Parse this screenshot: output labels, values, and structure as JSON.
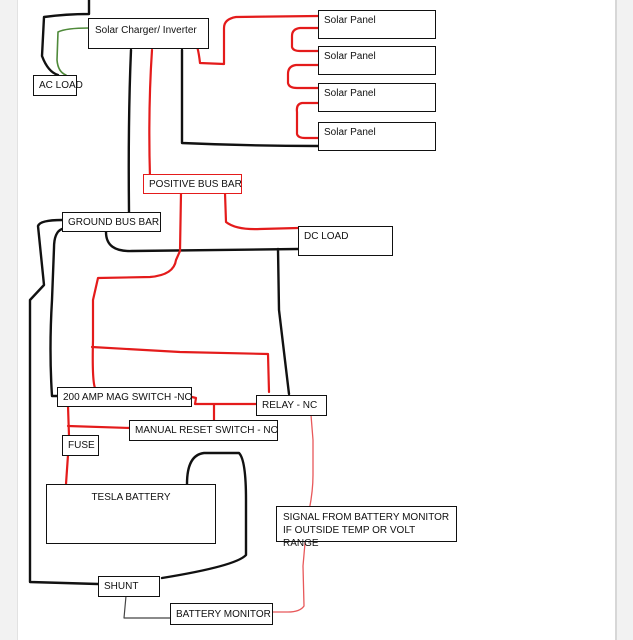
{
  "nodes": {
    "solar_charger": "Solar Charger/ Inverter",
    "ac_load": "AC LOAD",
    "panel_1": "Solar Panel",
    "panel_2": "Solar Panel",
    "panel_3": "Solar Panel",
    "panel_4": "Solar Panel",
    "positive_bus_bar": "POSITIVE BUS BAR",
    "ground_bus_bar": "GROUND BUS BAR",
    "dc_load": "DC LOAD",
    "mag_switch": "200 AMP MAG SWITCH -NO",
    "relay": "RELAY - NC",
    "manual_reset_switch": "MANUAL RESET SWITCH - NO",
    "fuse": "FUSE",
    "tesla_battery": "TESLA BATTERY",
    "signal_note": "SIGNAL FROM BATTERY MONITOR IF OUTSIDE TEMP OR VOLT RANGE",
    "shunt": "SHUNT",
    "battery_monitor": "BATTERY MONITOR"
  },
  "colors": {
    "negative_wire": "#111111",
    "positive_wire": "#e41b1b",
    "ac_wire": "#4f8a3a",
    "signal_wire": "#e8585a"
  }
}
